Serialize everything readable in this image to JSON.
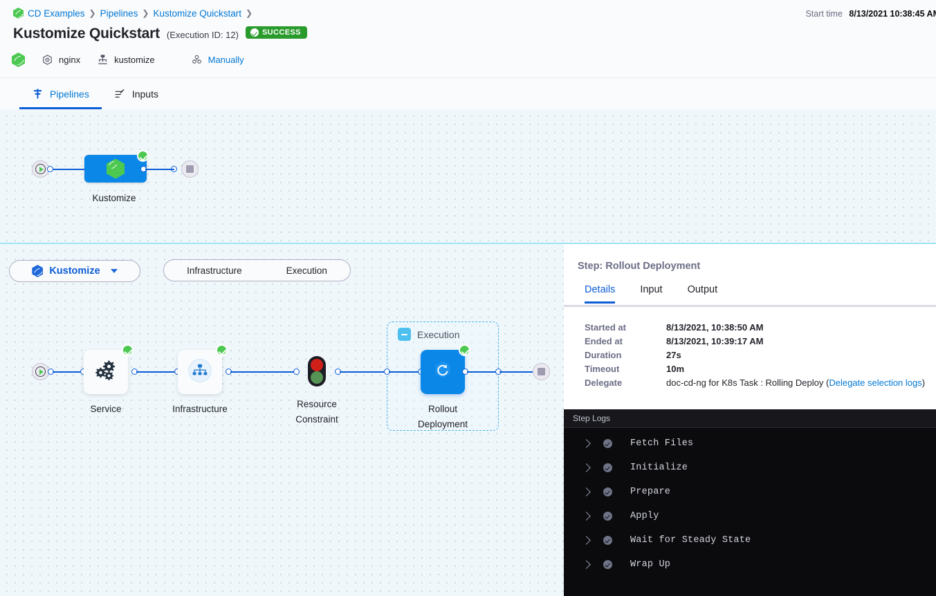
{
  "header": {
    "breadcrumb": [
      {
        "label": "CD Examples",
        "icon": "harness-logo-icon"
      },
      {
        "label": "Pipelines"
      },
      {
        "label": "Kustomize Quickstart"
      }
    ],
    "start_time_label": "Start time",
    "start_time_value": "8/13/2021 10:38:45 AM",
    "title": "Kustomize Quickstart",
    "execution_id": "(Execution ID: 12)",
    "status": "SUCCESS",
    "status_color": "#299b2c",
    "meta": [
      {
        "name": "service",
        "icon": "hexagon-target-icon",
        "label": "nginx"
      },
      {
        "name": "manifest",
        "icon": "kustomize-icon",
        "label": "kustomize"
      },
      {
        "name": "trigger",
        "icon": "manual-trigger-icon",
        "label": "Manually"
      }
    ]
  },
  "tabs": [
    {
      "label": "Pipelines",
      "icon": "pipeline-icon",
      "active": true
    },
    {
      "label": "Inputs",
      "icon": "inputs-icon",
      "active": false
    }
  ],
  "pipeline_graph": {
    "start_node": "start-node",
    "stage": {
      "label": "Kustomize",
      "icon": "harness-logo-icon",
      "status": "success",
      "color": "#0b87e7"
    },
    "end_node": "stop-node"
  },
  "stage_selector": {
    "stage_pill": {
      "label": "Kustomize",
      "icon": "kustomize-hex-icon",
      "caret": "chevron-down-icon"
    },
    "crumbs": [
      "Infrastructure",
      "Execution"
    ]
  },
  "execution_graph": {
    "nodes": [
      {
        "name": "service",
        "label": "Service",
        "icon": "gears-icon",
        "status": "success"
      },
      {
        "name": "infrastructure",
        "label": "Infrastructure",
        "icon": "infrastructure-icon",
        "status": "success"
      },
      {
        "name": "resource-constraint",
        "label": "Resource\nConstraint",
        "icon": "traffic-light-icon",
        "status": "none"
      },
      {
        "name": "rollout-deployment",
        "label": "Rollout\nDeployment",
        "icon": "rollout-icon",
        "status": "success",
        "selected": true
      }
    ],
    "group": {
      "label": "Execution",
      "collapse": "collapse-icon"
    }
  },
  "details_panel": {
    "title": "Step: Rollout Deployment",
    "tabs": [
      {
        "label": "Details",
        "active": true
      },
      {
        "label": "Input",
        "active": false
      },
      {
        "label": "Output",
        "active": false
      }
    ],
    "fields": [
      {
        "key": "Started at",
        "value": "8/13/2021, 10:38:50 AM"
      },
      {
        "key": "Ended at",
        "value": "8/13/2021, 10:39:17 AM"
      },
      {
        "key": "Duration",
        "value": "27s"
      },
      {
        "key": "Timeout",
        "value": "10m"
      }
    ],
    "delegate": {
      "key": "Delegate",
      "value": "doc-cd-ng for K8s Task : Rolling Deploy",
      "link": "Delegate selection logs",
      "open_paren": " (",
      "close_paren": ")"
    }
  },
  "logs": {
    "header": "Step Logs",
    "rows": [
      {
        "label": "Fetch Files",
        "status": "success"
      },
      {
        "label": "Initialize",
        "status": "success"
      },
      {
        "label": "Prepare",
        "status": "success"
      },
      {
        "label": "Apply",
        "status": "success"
      },
      {
        "label": "Wait for Steady State",
        "status": "success"
      },
      {
        "label": "Wrap Up",
        "status": "success"
      }
    ]
  }
}
